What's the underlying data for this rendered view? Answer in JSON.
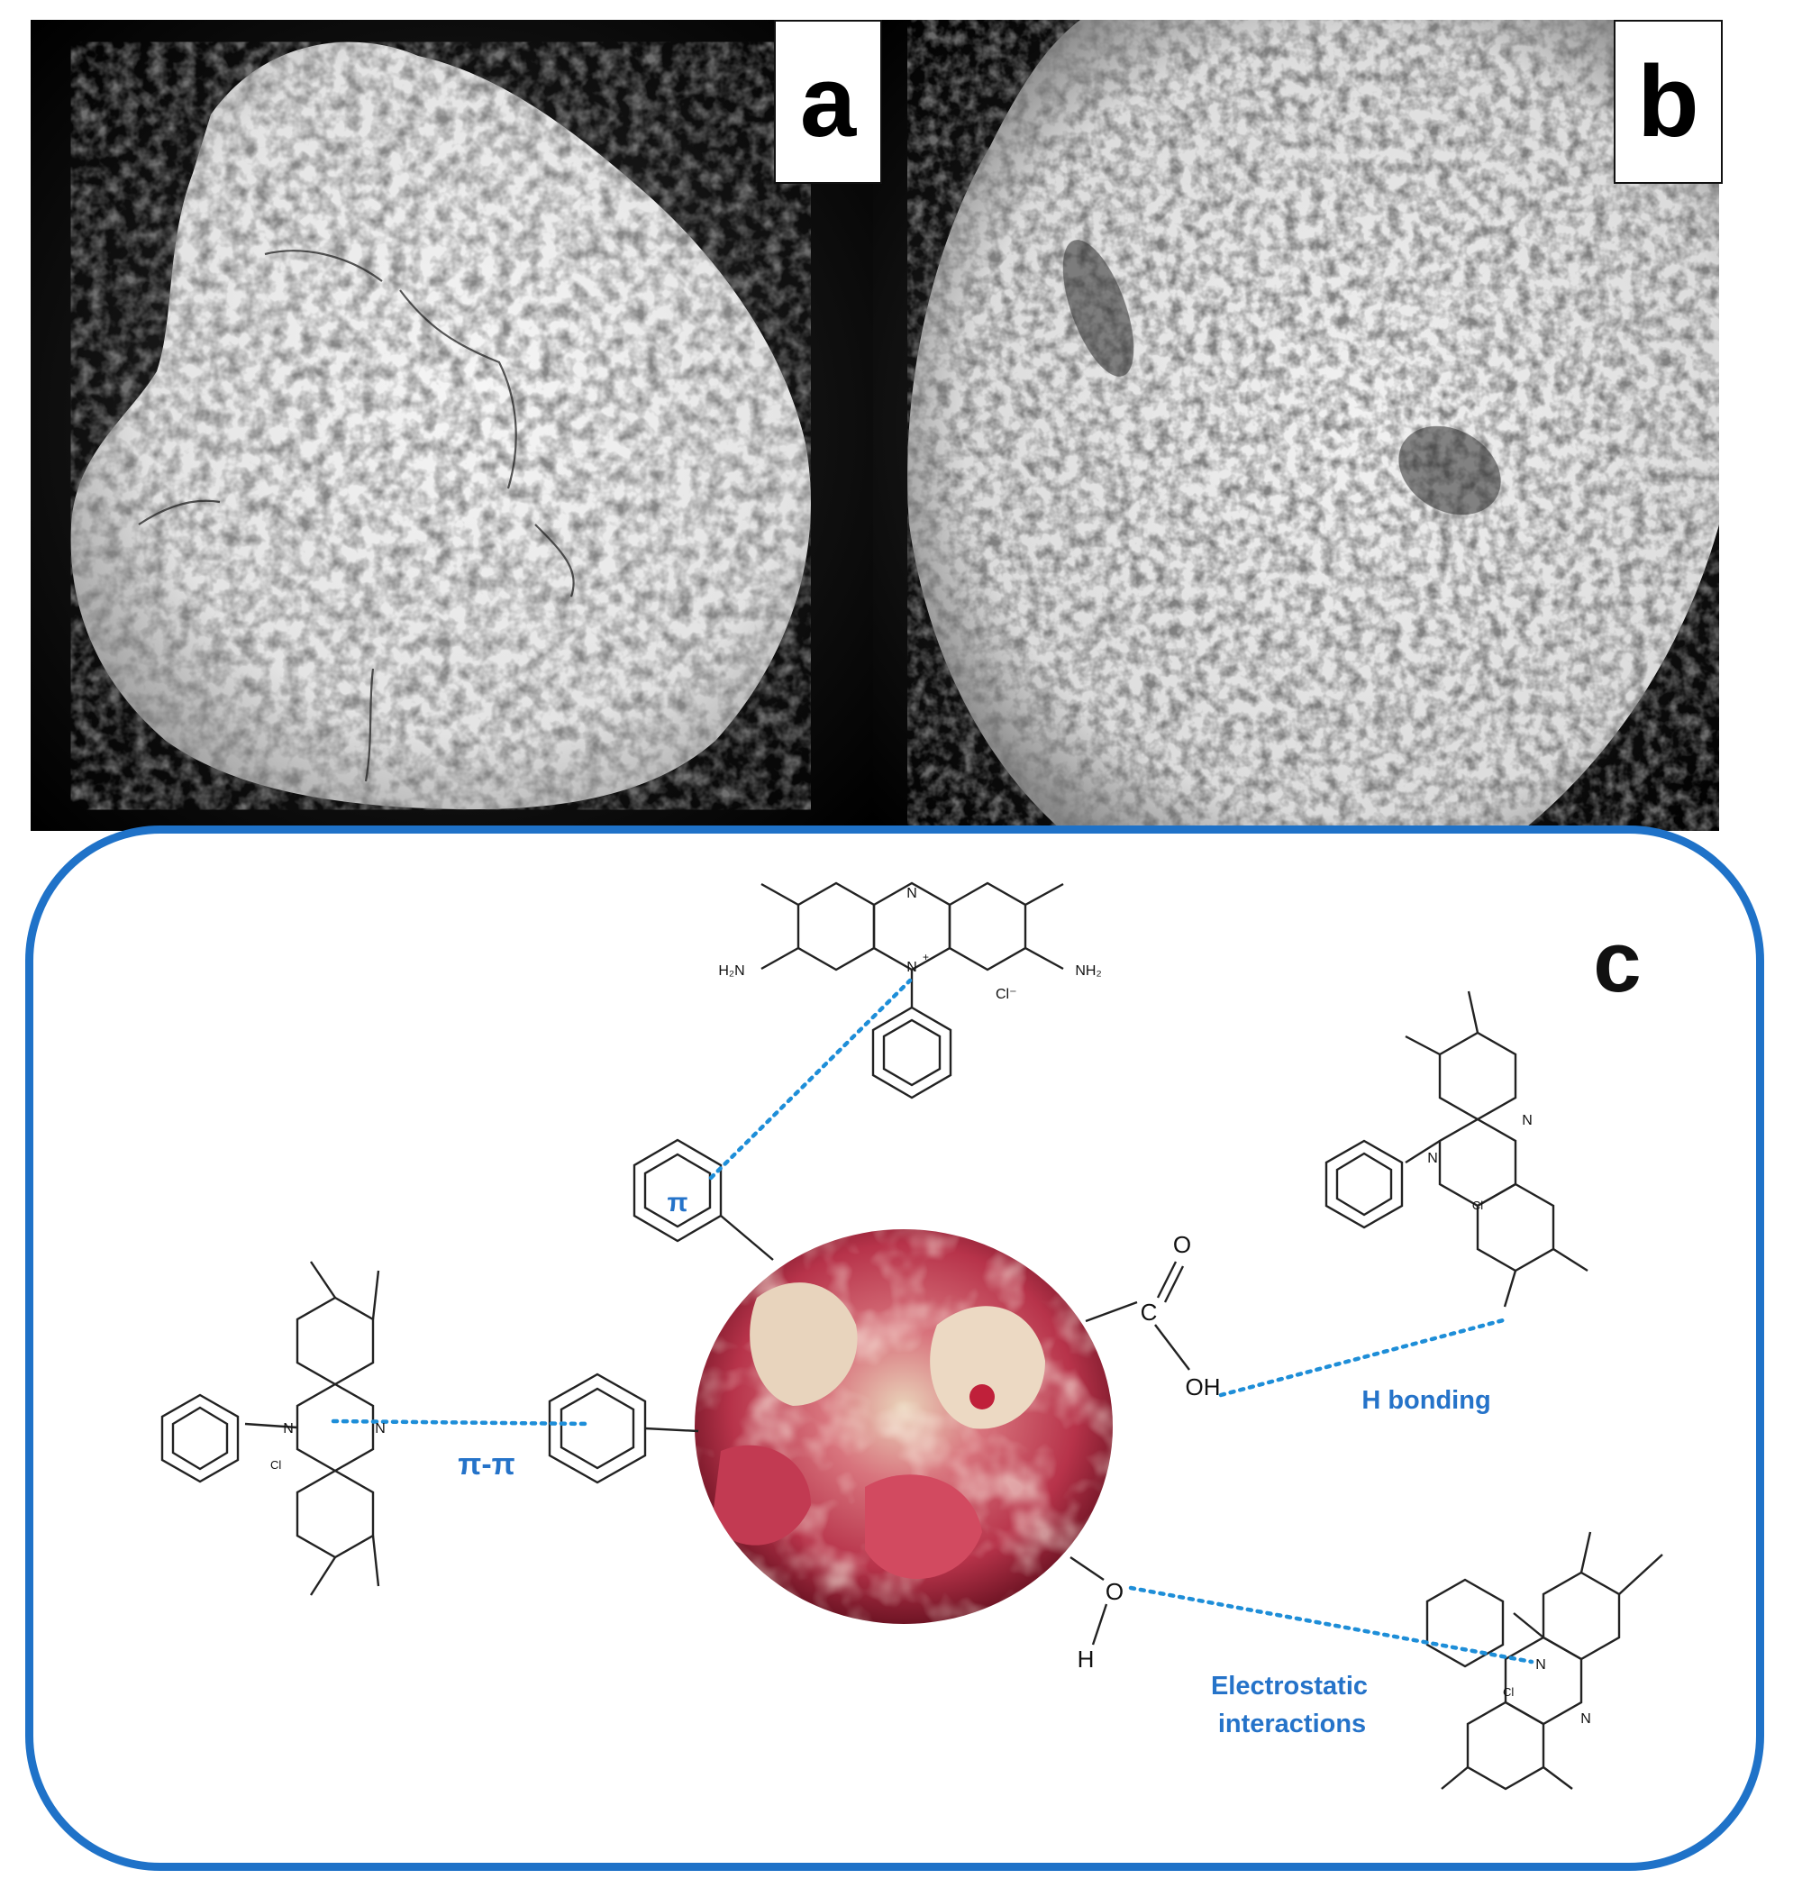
{
  "panels": {
    "a": {
      "label": "a"
    },
    "b": {
      "label": "b"
    },
    "c": {
      "label": "c",
      "pi_label": "π",
      "pipi_label": "π-π",
      "hbond_label": "H bonding",
      "electro_line1": "Electrostatic",
      "electro_line2": "interactions",
      "atoms": {
        "N": "N",
        "Nplus": "N",
        "plus": "+",
        "H2N": "H₂N",
        "NH2": "NH₂",
        "Cl": "Cl⁻",
        "Cl_small": "Cl",
        "O": "O",
        "C": "C",
        "OH": "OH",
        "H": "H"
      }
    }
  },
  "colors": {
    "frame_blue": "#1f72c8",
    "label_blue": "#2573c9",
    "dotted_blue": "#1e8ed8"
  }
}
